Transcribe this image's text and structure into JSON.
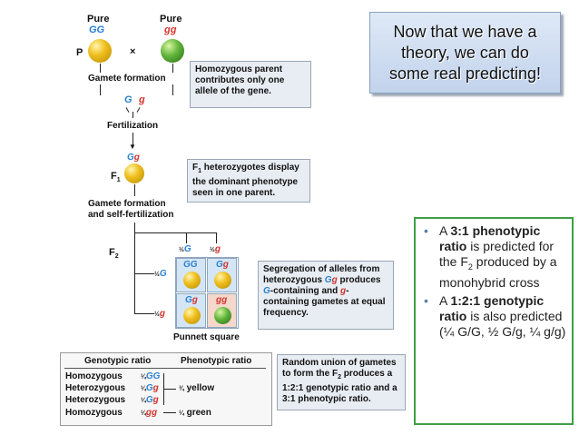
{
  "diagram": {
    "pure_left": "Pure",
    "pure_left_genotype": "GG",
    "pure_right": "Pure",
    "pure_right_genotype": "gg",
    "p_label": "P",
    "cross_symbol": "×",
    "gamete_formation": "Gamete formation",
    "gamete_G": "G",
    "gamete_g": "g",
    "fertilization": "Fertilization",
    "f1_label": "F",
    "f1_sub": "1",
    "f1_genotype": "Gg",
    "gamete_formation_2a": "Gamete formation",
    "gamete_formation_2b": "and self-fertilization",
    "f2_label": "F",
    "f2_sub": "2",
    "punnett_col_1": "G",
    "punnett_col_2": "g",
    "punnett_row_1": "G",
    "punnett_row_2": "g",
    "half": "½",
    "punnett_cells": [
      "GG",
      "Gg",
      "Gg",
      "gg"
    ],
    "punnett_label": "Punnett square",
    "note_homozygous": "Homozygous parent contributes only one allele of the gene.",
    "note_f1_line1": "F",
    "note_f1_sub": "1",
    "note_f1_rest": " heterozygotes display the dominant phenotype seen in one parent.",
    "note_segregation_a": "Segregation of alleles from heterozygous ",
    "note_segregation_gg": "Gg",
    "note_segregation_b": " produces ",
    "note_segregation_G": "G",
    "note_segregation_c": "-containing and ",
    "note_segregation_g": "g",
    "note_segregation_d": "-containing gametes at equal frequency.",
    "note_random_a": "Random union of gametes to form the F",
    "note_random_sub": "2",
    "note_random_b": " produces a 1:2:1 genotypic ratio and a 3:1 phenotypic ratio."
  },
  "ratio_table": {
    "header_genotypic": "Genotypic ratio",
    "header_phenotypic": "Phenotypic ratio",
    "rows": [
      {
        "type": "Homozygous",
        "frac": "¼",
        "genotype": "GG"
      },
      {
        "type": "Heterozygous",
        "frac": "¼",
        "genotype": "Gg"
      },
      {
        "type": "Heterozygous",
        "frac": "¼",
        "genotype": "Gg"
      },
      {
        "type": "Homozygous",
        "frac": "¼",
        "genotype": "gg"
      }
    ],
    "phenotype_yellow_frac": "¾",
    "phenotype_yellow": "yellow",
    "phenotype_green_frac": "¼",
    "phenotype_green": "green"
  },
  "callout": {
    "line1": "Now that we have a",
    "line2": "theory, we can do",
    "line3": "some real predicting!"
  },
  "bullets": {
    "b1_pre": "A ",
    "b1_bold": "3:1 phenotypic ratio",
    "b1_rest_a": " is predicted for the F",
    "b1_sub": "2",
    "b1_rest_b": " produced by a monohybrid cross",
    "b2_pre": "A ",
    "b2_bold": "1:2:1 genotypic ratio",
    "b2_rest": " is also predicted (¼ G/G, ½ G/g, ¼ g/g)"
  },
  "colors": {
    "dominant": "#2a7fd0",
    "recessive": "#d4352e",
    "box_border": "#3e9f45"
  }
}
